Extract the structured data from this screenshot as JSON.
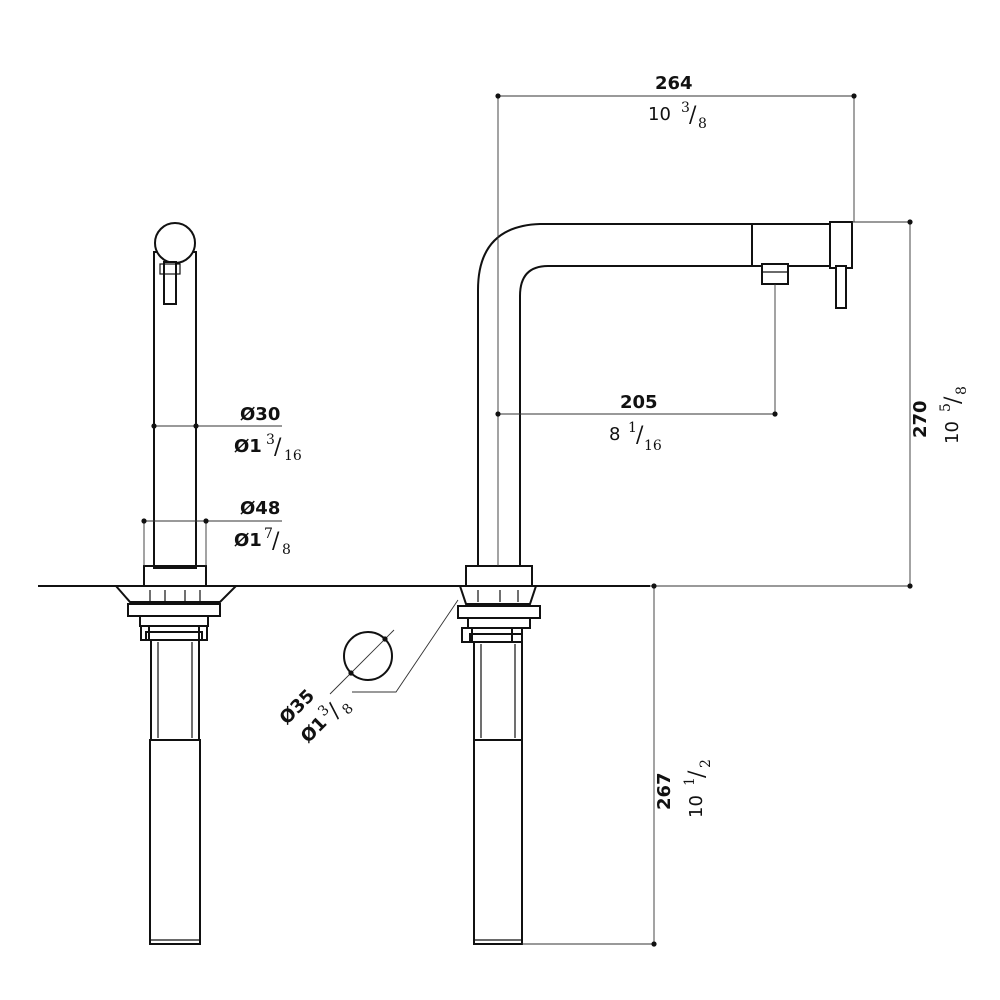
{
  "dimensions": {
    "reach_total_mm": "264",
    "reach_total_in_whole": "10",
    "reach_total_in_num": "3",
    "reach_total_in_den": "8",
    "height_total_mm": "270",
    "height_total_in_whole": "10",
    "height_total_in_num": "5",
    "height_total_in_den": "8",
    "reach_spray_mm": "205",
    "reach_spray_in_whole": "8",
    "reach_spray_in_num": "1",
    "reach_spray_in_den": "16",
    "body_dia_mm": "Ø30",
    "body_dia_in_whole": "Ø1",
    "body_dia_in_num": "3",
    "body_dia_in_den": "16",
    "base_dia_mm": "Ø48",
    "base_dia_in_whole": "Ø1",
    "base_dia_in_num": "7",
    "base_dia_in_den": "8",
    "hole_dia_mm": "Ø35",
    "hole_dia_in_whole": "Ø1",
    "hole_dia_in_num": "3",
    "hole_dia_in_den": "8",
    "under_counter_mm": "267",
    "under_counter_in_whole": "10",
    "under_counter_in_num": "1",
    "under_counter_in_den": "2"
  }
}
